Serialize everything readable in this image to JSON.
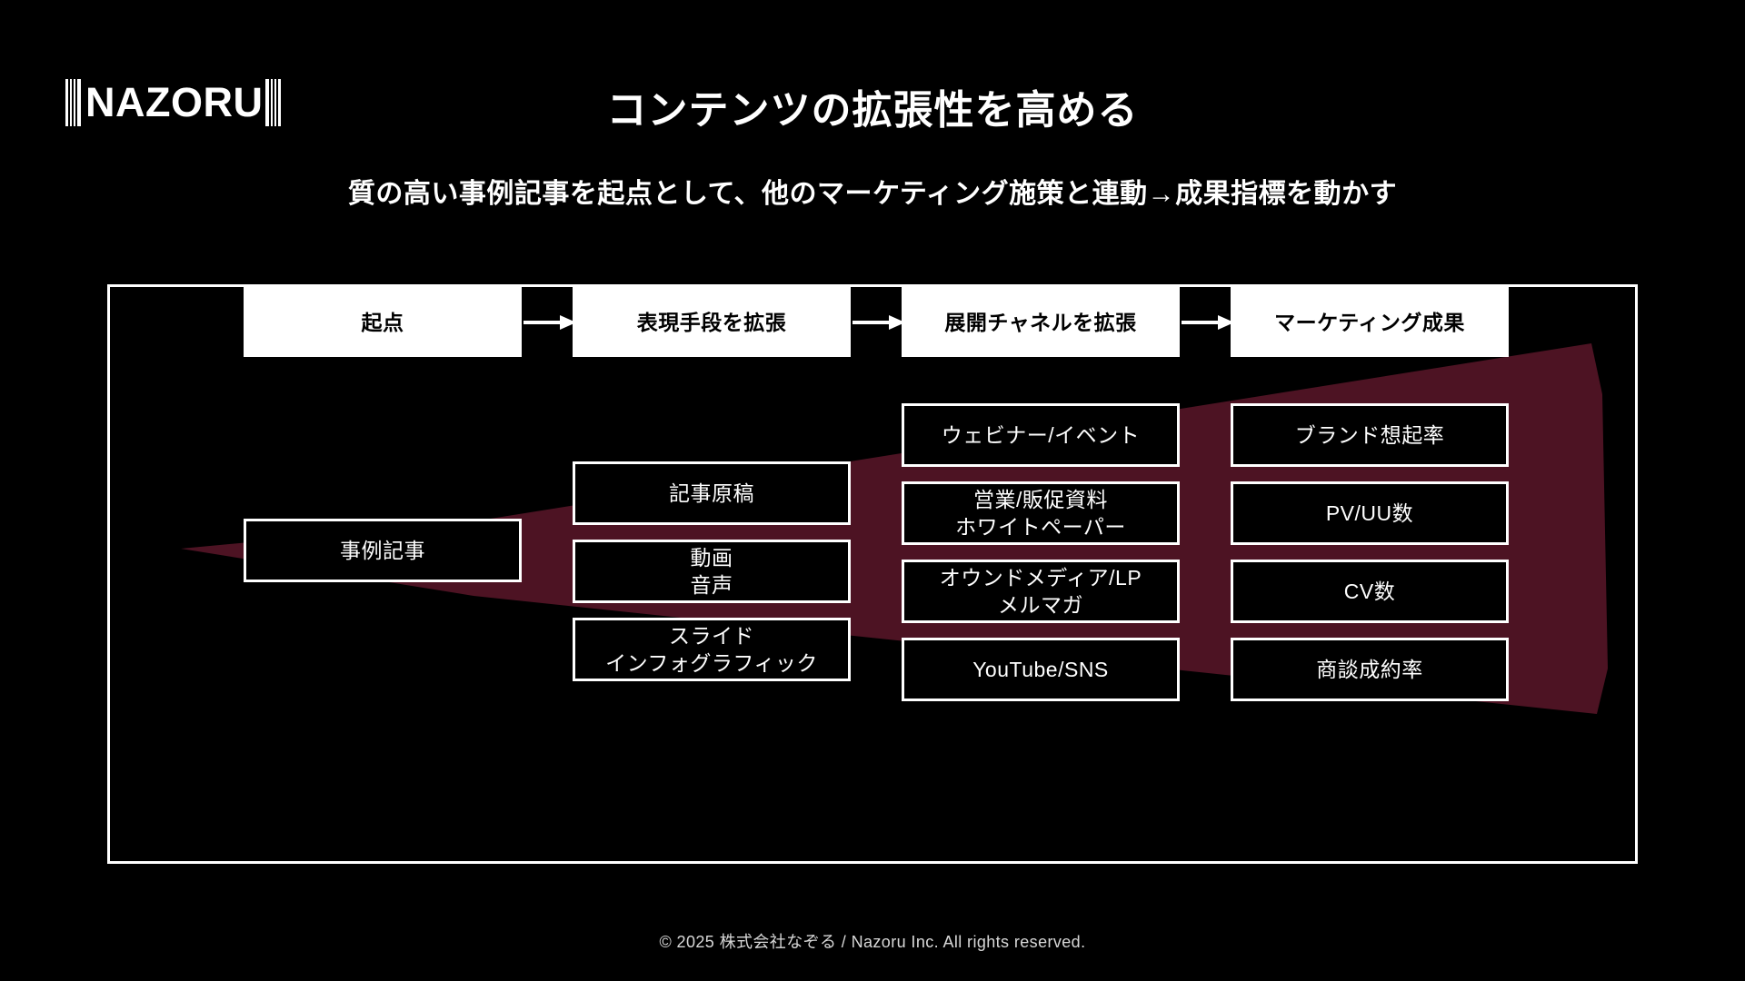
{
  "brand": {
    "logo_text": "NAZORU",
    "logo_icon": "vertical-bars-logo"
  },
  "header": {
    "title": "コンテンツの拡張性を高める",
    "subtitle": "質の高い事例記事を起点として、他のマーケティング施策と連動→成果指標を動かす"
  },
  "colors": {
    "background": "#000000",
    "accent_band": "#4d1323",
    "border": "#ffffff",
    "header_box_bg": "#ffffff",
    "header_box_text": "#000000",
    "footer_text": "#d8d8d8"
  },
  "diagram": {
    "stage_headers": [
      {
        "label": "起点"
      },
      {
        "label": "表現手段を拡張"
      },
      {
        "label": "展開チャネルを拡張"
      },
      {
        "label": "マーケティング成果"
      }
    ],
    "arrows": [
      {
        "icon": "arrow-right-icon"
      },
      {
        "icon": "arrow-right-icon"
      },
      {
        "icon": "arrow-right-icon"
      }
    ],
    "columns": [
      {
        "stage": "起点",
        "nodes": [
          {
            "lines": [
              "事例記事"
            ]
          }
        ]
      },
      {
        "stage": "表現手段を拡張",
        "nodes": [
          {
            "lines": [
              "記事原稿"
            ]
          },
          {
            "lines": [
              "動画",
              "音声"
            ]
          },
          {
            "lines": [
              "スライド",
              "インフォグラフィック"
            ]
          }
        ]
      },
      {
        "stage": "展開チャネルを拡張",
        "nodes": [
          {
            "lines": [
              "ウェビナー/イベント"
            ]
          },
          {
            "lines": [
              "営業/販促資料",
              "ホワイトペーパー"
            ]
          },
          {
            "lines": [
              "オウンドメディア/LP",
              "メルマガ"
            ]
          },
          {
            "lines": [
              "YouTube/SNS"
            ]
          }
        ]
      },
      {
        "stage": "マーケティング成果",
        "nodes": [
          {
            "lines": [
              "ブランド想起率"
            ]
          },
          {
            "lines": [
              "PV/UU数"
            ]
          },
          {
            "lines": [
              "CV数"
            ]
          },
          {
            "lines": [
              "商談成約率"
            ]
          }
        ]
      }
    ]
  },
  "footer": {
    "copyright": "© 2025 株式会社なぞる / Nazoru Inc. All rights reserved."
  }
}
